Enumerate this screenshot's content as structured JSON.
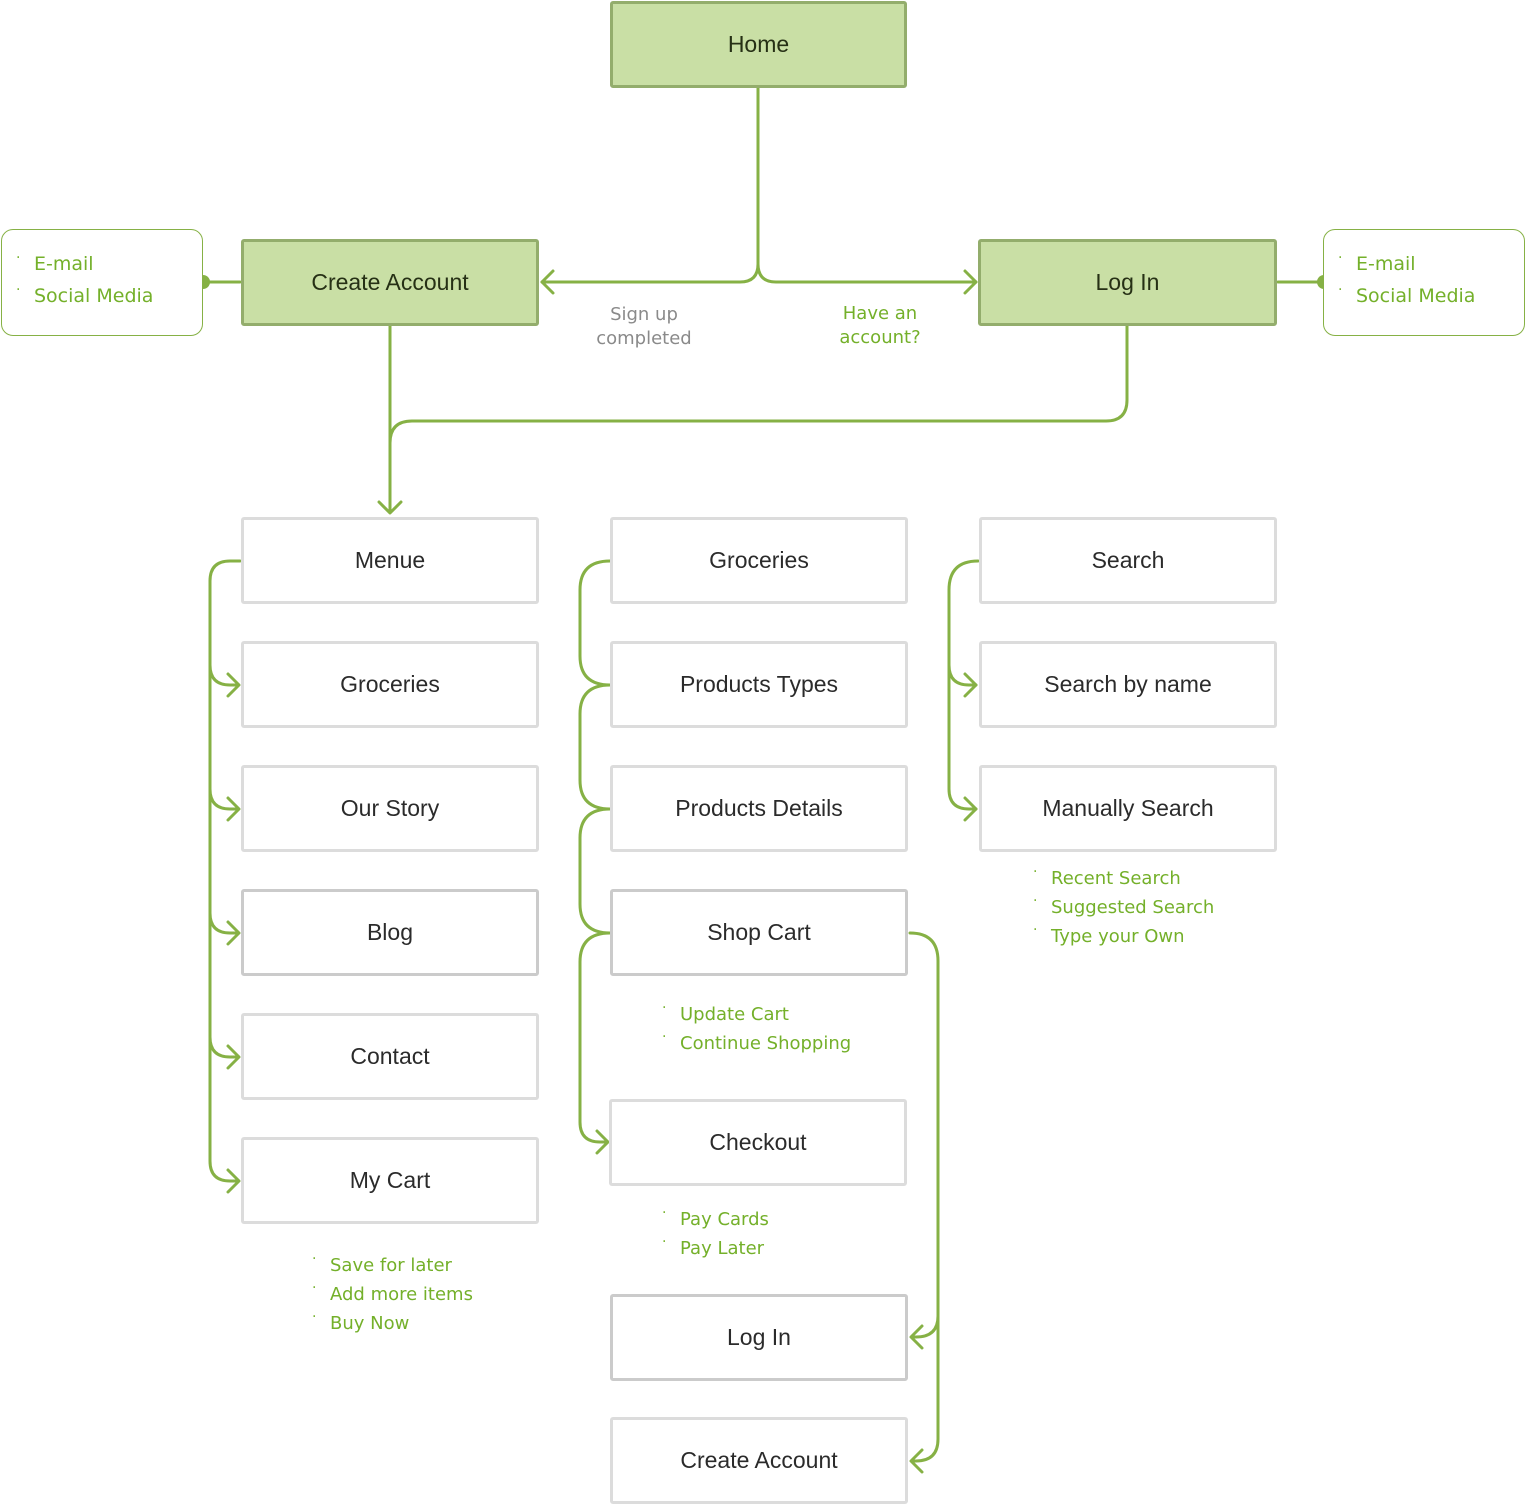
{
  "colors": {
    "accent": "#74b02a",
    "line": "#86b145",
    "node_fill_primary": "#c9dfa5",
    "node_border_primary": "#93ad6c",
    "node_border": "#dcdcdc"
  },
  "top": {
    "home": "Home",
    "create_account": "Create Account",
    "log_in": "Log In"
  },
  "login_methods_left": [
    "E-mail",
    "Social Media"
  ],
  "login_methods_right": [
    "E-mail",
    "Social Media"
  ],
  "edge_labels": {
    "signup": [
      "Sign up",
      "completed"
    ],
    "have_account": [
      "Have an",
      "account?"
    ]
  },
  "col1": [
    "Menue",
    "Groceries",
    "Our Story",
    "Blog",
    "Contact",
    "My Cart"
  ],
  "col1_notes": [
    "Save for later",
    "Add more items",
    "Buy Now"
  ],
  "col2": [
    "Groceries",
    "Products Types",
    "Products Details",
    "Shop Cart"
  ],
  "shop_cart_notes": [
    "Update Cart",
    "Continue Shopping"
  ],
  "checkout": "Checkout",
  "checkout_notes": [
    "Pay Cards",
    "Pay Later"
  ],
  "col2_bottom": [
    "Log In",
    "Create Account"
  ],
  "col3": [
    "Search",
    "Search by name",
    "Manually Search"
  ],
  "search_notes": [
    "Recent Search",
    "Suggested Search",
    "Type your Own"
  ]
}
